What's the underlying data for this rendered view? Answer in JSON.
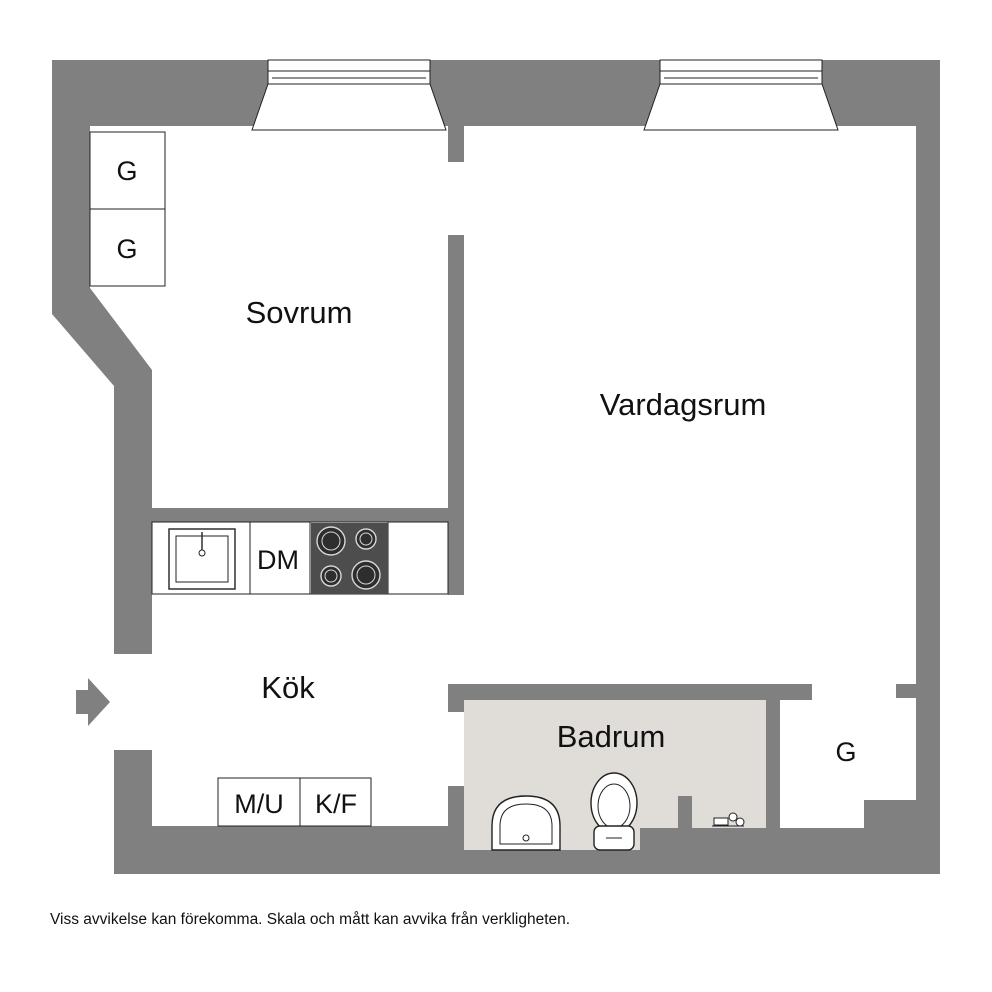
{
  "rooms": {
    "bedroom": "Sovrum",
    "living_room": "Vardagsrum",
    "kitchen": "Kök",
    "bathroom": "Badrum"
  },
  "fixtures": {
    "wardrobe_top": "G",
    "wardrobe_bottom": "G",
    "wardrobe_right": "G",
    "dishwasher": "DM",
    "microwave_oven": "M/U",
    "fridge_freezer": "K/F"
  },
  "footer": {
    "disclaimer": "Viss avvikelse kan förekomma. Skala och mått kan avvika från verkligheten."
  },
  "colors": {
    "wall": "#808080",
    "bathroom_floor": "#e0dcd8",
    "stove": "#4d4d4d",
    "outline": "#222222"
  },
  "icons": {
    "entrance": "entrance-arrow-icon",
    "sink": "kitchen-sink-icon",
    "stove": "stove-icon",
    "washbasin": "washbasin-icon",
    "toilet": "toilet-icon",
    "faucet": "shower-faucet-icon"
  }
}
